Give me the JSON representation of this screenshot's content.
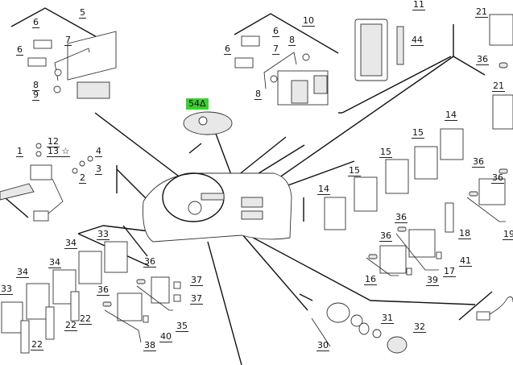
{
  "diagram": {
    "type": "exploded-parts-diagram",
    "subject": "vehicle dashboard switches and control panels",
    "highlight_color": "#3ad130",
    "callouts": [
      {
        "id": "c5",
        "text": "5"
      },
      {
        "id": "c6a",
        "text": "6"
      },
      {
        "id": "c6b",
        "text": "6"
      },
      {
        "id": "c7a",
        "text": "7"
      },
      {
        "id": "c8a",
        "text": "8"
      },
      {
        "id": "c9",
        "text": "9"
      },
      {
        "id": "c10",
        "text": "10"
      },
      {
        "id": "c6c",
        "text": "6"
      },
      {
        "id": "c6d",
        "text": "6"
      },
      {
        "id": "c7b",
        "text": "7"
      },
      {
        "id": "c8b",
        "text": "8"
      },
      {
        "id": "c8c",
        "text": "8"
      },
      {
        "id": "c54",
        "text": "54Δ",
        "highlighted": true
      },
      {
        "id": "c11",
        "text": "11"
      },
      {
        "id": "c44",
        "text": "44"
      },
      {
        "id": "c21a",
        "text": "21"
      },
      {
        "id": "c36a",
        "text": "36"
      },
      {
        "id": "c21b",
        "text": "21"
      },
      {
        "id": "c12",
        "text": "12"
      },
      {
        "id": "c13",
        "text": "13 ☆"
      },
      {
        "id": "c1",
        "text": "1"
      },
      {
        "id": "c4",
        "text": "4"
      },
      {
        "id": "c3",
        "text": "3"
      },
      {
        "id": "c2",
        "text": "2"
      },
      {
        "id": "c14a",
        "text": "14"
      },
      {
        "id": "c15a",
        "text": "15"
      },
      {
        "id": "c15b",
        "text": "15"
      },
      {
        "id": "c15c",
        "text": "15"
      },
      {
        "id": "c14b",
        "text": "14"
      },
      {
        "id": "c36b",
        "text": "36"
      },
      {
        "id": "c36c",
        "text": "36"
      },
      {
        "id": "c19",
        "text": "19"
      },
      {
        "id": "c18",
        "text": "18"
      },
      {
        "id": "c36d",
        "text": "36"
      },
      {
        "id": "c36e",
        "text": "36"
      },
      {
        "id": "c41",
        "text": "41"
      },
      {
        "id": "c17",
        "text": "17"
      },
      {
        "id": "c16",
        "text": "16"
      },
      {
        "id": "c39",
        "text": "39"
      },
      {
        "id": "c33a",
        "text": "33"
      },
      {
        "id": "c34a",
        "text": "34"
      },
      {
        "id": "c34b",
        "text": "34"
      },
      {
        "id": "c34c",
        "text": "34"
      },
      {
        "id": "c33b",
        "text": "33"
      },
      {
        "id": "c22a",
        "text": "22"
      },
      {
        "id": "c22b",
        "text": "22"
      },
      {
        "id": "c22c",
        "text": "22"
      },
      {
        "id": "c36f",
        "text": "36"
      },
      {
        "id": "c36g",
        "text": "36"
      },
      {
        "id": "c37a",
        "text": "37"
      },
      {
        "id": "c37b",
        "text": "37"
      },
      {
        "id": "c35",
        "text": "35"
      },
      {
        "id": "c40",
        "text": "40"
      },
      {
        "id": "c38",
        "text": "38"
      },
      {
        "id": "c30",
        "text": "30"
      },
      {
        "id": "c31",
        "text": "31"
      },
      {
        "id": "c32",
        "text": "32"
      }
    ]
  }
}
